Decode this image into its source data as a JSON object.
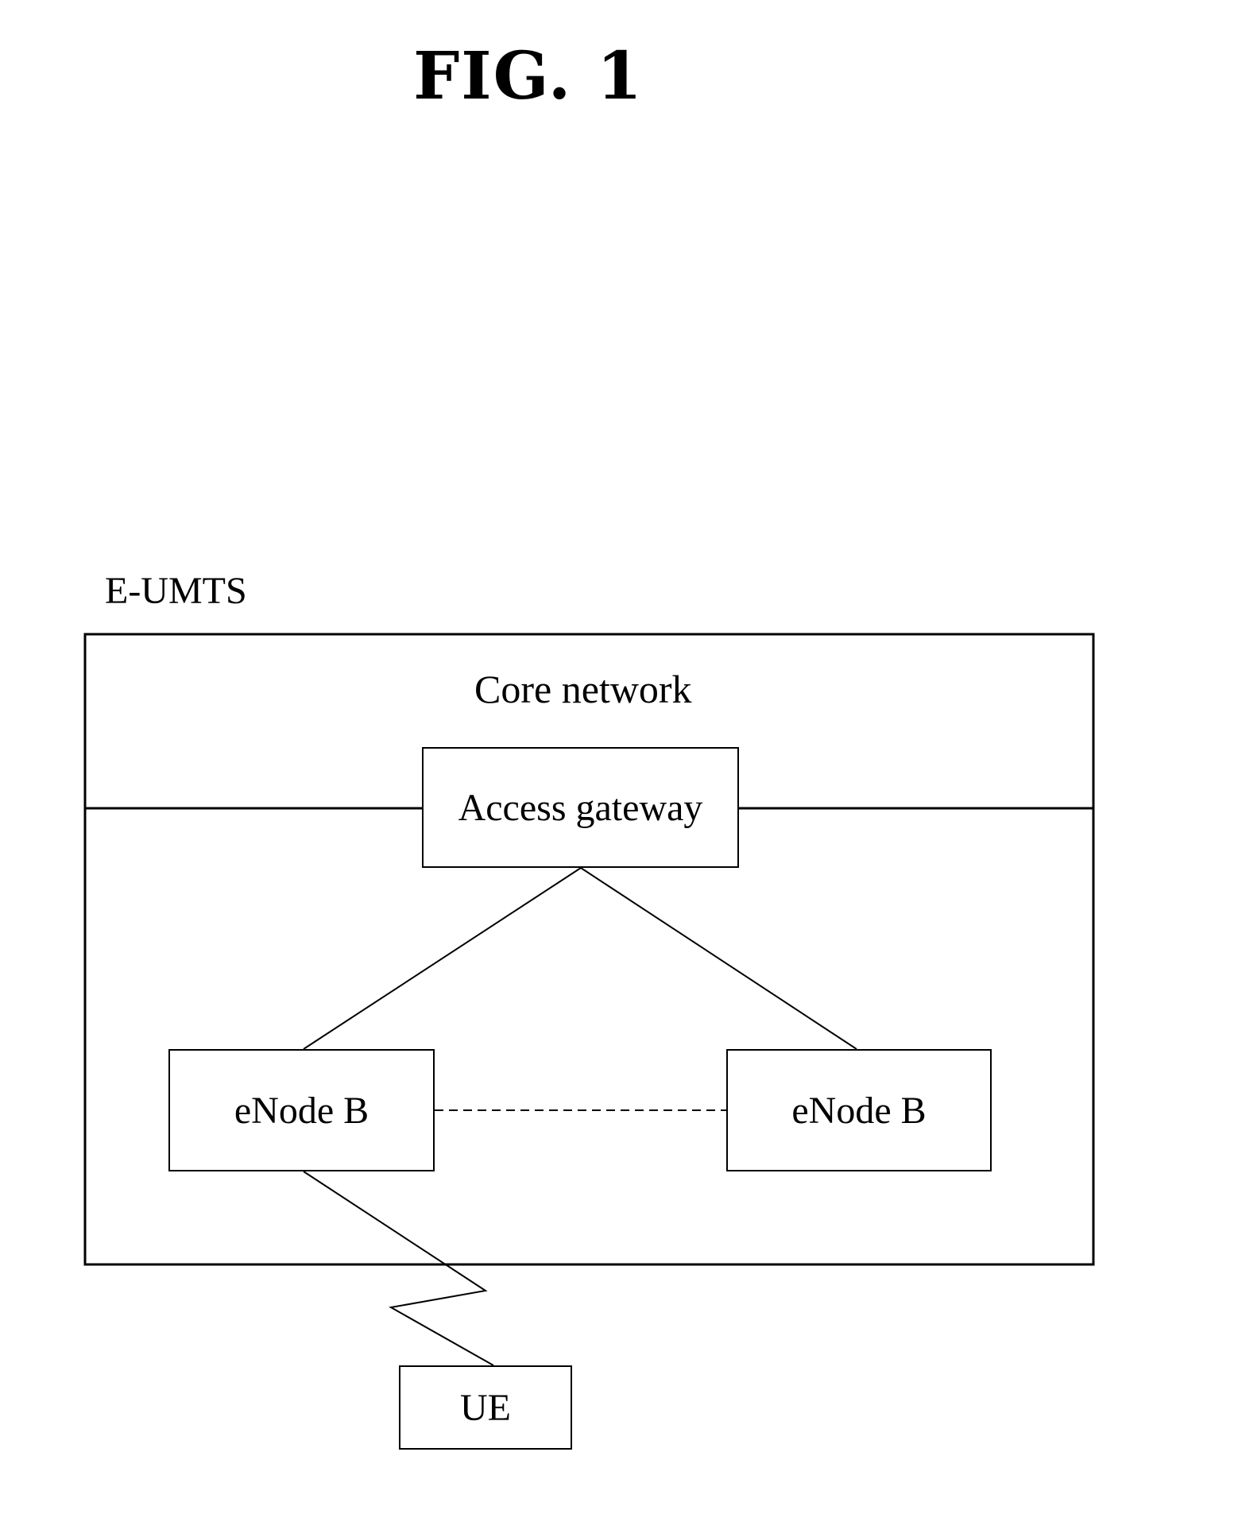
{
  "figure": {
    "title": "FIG. 1"
  },
  "system": {
    "label": "E-UMTS"
  },
  "core": {
    "label": "Core network"
  },
  "nodes": {
    "gateway": "Access gateway",
    "enodeb_left": "eNode B",
    "enodeb_right": "eNode B",
    "ue": "UE"
  },
  "colors": {
    "line": "#000000",
    "background": "#ffffff"
  }
}
